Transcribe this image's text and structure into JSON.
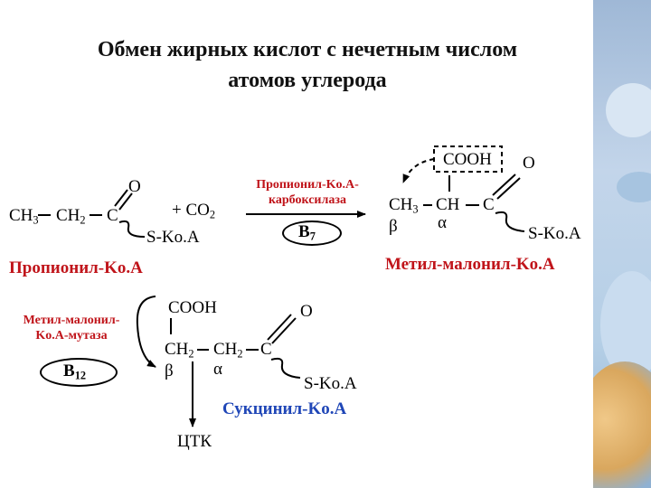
{
  "title_line1": "Обмен жирных кислот с нечетным числом",
  "title_line2": "атомов углерода",
  "propionyl": {
    "ch3": "CH",
    "ch3_sub": "3",
    "ch2": "CH",
    "ch2_sub": "2",
    "c": "C",
    "o": "O",
    "skoa": "S-Ko.A",
    "plus_co2": "+ CO",
    "co2_sub": "2",
    "name": "Пропионил-Ko.A"
  },
  "carboxylase": {
    "name": "Пропионил-Ko.A-карбоксилаза",
    "cofactor": "B",
    "cofactor_sub": "7"
  },
  "methylmalonyl": {
    "cooh": "COOH",
    "ch3": "CH",
    "ch3_sub": "3",
    "ch": "CH",
    "c": "C",
    "o": "O",
    "beta": "β",
    "alpha": "α",
    "skoa": "S-Ko.A",
    "name": "Метил-малонил-Ko.A"
  },
  "mutase": {
    "name": "Метил-малонил-Ko.A-мутаза",
    "cofactor": "B",
    "cofactor_sub": "12"
  },
  "succinyl": {
    "cooh": "COOH",
    "ch2a": "CH",
    "ch2a_sub": "2",
    "ch2b": "CH",
    "ch2b_sub": "2",
    "c": "C",
    "o": "O",
    "beta": "β",
    "alpha": "α",
    "skoa": "S-Ko.A",
    "name": "Сукцинил-Ko.A"
  },
  "ttk": "ЦТК",
  "colors": {
    "label": "#c0141a",
    "product": "#1f46b7",
    "sidebar": "#b5cfe6"
  }
}
